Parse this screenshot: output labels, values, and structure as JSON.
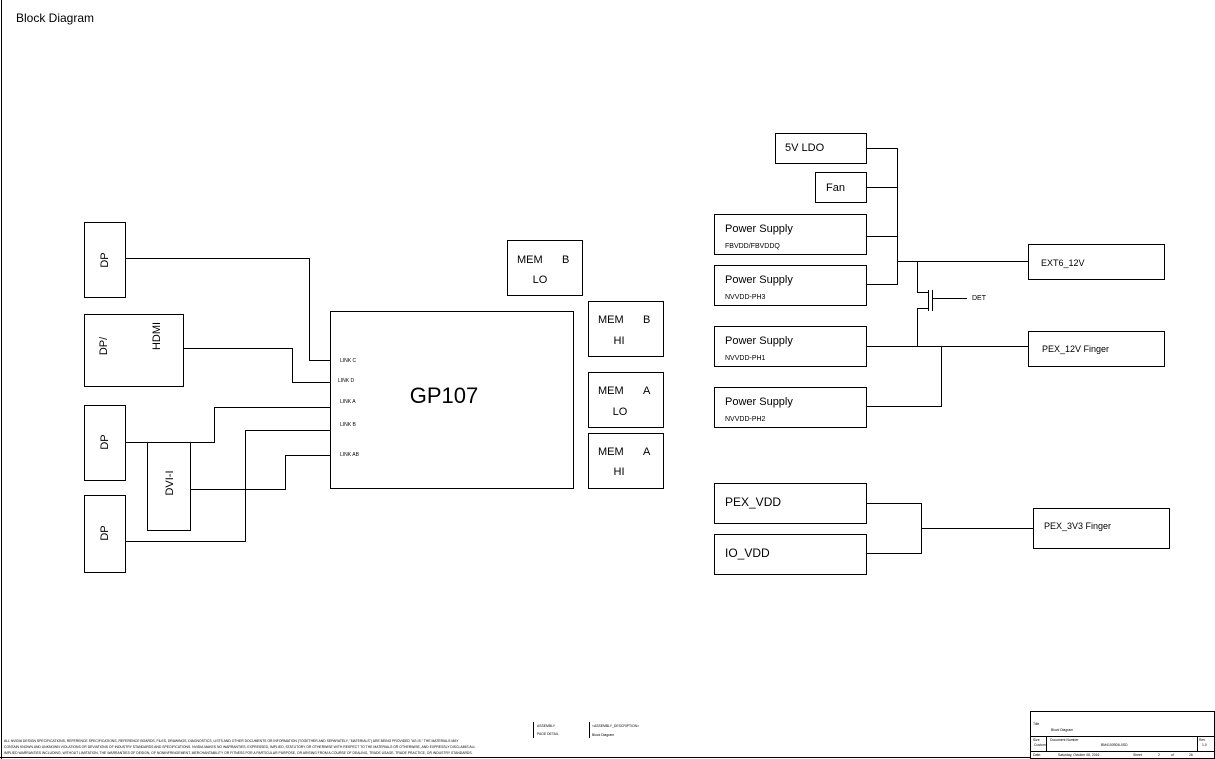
{
  "page_title": "Block Diagram",
  "gpu": {
    "label": "GP107",
    "links": {
      "c": "LINK C",
      "d": "LINK D",
      "a": "LINK A",
      "b": "LINK B",
      "ab": "LINK AB"
    }
  },
  "connectors": {
    "dp1": "DP",
    "dp_hdmi_left": "DP/",
    "dp_hdmi_right": "HDMI",
    "dp2": "DP",
    "dvi": "DVI-I",
    "dp3": "DP"
  },
  "memory": {
    "b_lo": {
      "name": "MEM",
      "bank": "B",
      "half": "LO"
    },
    "b_hi": {
      "name": "MEM",
      "bank": "B",
      "half": "HI"
    },
    "a_lo": {
      "name": "MEM",
      "bank": "A",
      "half": "LO"
    },
    "a_hi": {
      "name": "MEM",
      "bank": "A",
      "half": "HI"
    }
  },
  "power": {
    "ldo": "5V LDO",
    "fan": "Fan",
    "supplies": [
      {
        "title": "Power Supply",
        "sub": "FBVDD/FBVDDQ"
      },
      {
        "title": "Power Supply",
        "sub": "NVVDD-PH3"
      },
      {
        "title": "Power Supply",
        "sub": "NVVDD-PH1"
      },
      {
        "title": "Power Supply",
        "sub": "NVVDD-PH2"
      }
    ],
    "ext": "EXT6_12V",
    "det": "DET",
    "pex12": "PEX_12V Finger",
    "pex_vdd": "PEX_VDD",
    "io_vdd": "IO_VDD",
    "pex3v3": "PEX_3V3 Finger"
  },
  "footer": {
    "disclaimer_1": "ALL NVIDIA DESIGN SPECIFICATIONS, REFERENCE SPECIFICATIONS, REFERENCE BOARDS, FILES, DRAWINGS, DIAGNOSTICS, LISTS AND OTHER DOCUMENTS OR INFORMATION (TOGETHER AND SEPARATELY, \"MATERIALS\") ARE BEING PROVIDED \"AS IS.\" THE MATERIALS MAY",
    "disclaimer_2": "CONTAIN KNOWN AND UNKNOWN VIOLATIONS OR DEVIATIONS OF INDUSTRY STANDARDS AND SPECIFICATIONS. NVIDIA MAKES NO WARRANTIES, EXPRESSED, IMPLIED, STATUTORY OR OTHERWISE WITH RESPECT TO THE MATERIALS OR OTHERWISE, AND EXPRESSLY DISCLAIMS ALL",
    "disclaimer_3": "IMPLIED WARRANTIES INCLUDING, WITHOUT LIMITATION, THE WARRANTIES OF DESIGN, OF NONINFRINGEMENT, MERCHANTABILITY OR FITNESS FOR A PARTICULAR PURPOSE, OR ARISING FROM A COURSE OF DEALING, TRADE USAGE, TRADE PRACTICE, OR INDUSTRY STANDARDS.",
    "assembly_label": "ASSEMBLY",
    "page_detail_label": "PAGE DETAIL",
    "assembly_desc": "<ASSEMBLY_DESCRIPTION>",
    "assembly_page": "Block Diagram",
    "tb_title_label": "Title",
    "tb_title": "Block Diagram",
    "tb_size_label": "Size",
    "tb_size": "Custom",
    "tb_doc_label": "Document Number",
    "tb_doc": "BM41009D6-0SD",
    "tb_rev_label": "Rev",
    "tb_rev": "1.0",
    "tb_date_label": "Date:",
    "tb_date": "Saturday, October 08, 2016",
    "tb_sheet_label": "Sheet",
    "tb_sheet": "2",
    "tb_of": "of",
    "tb_total": "26"
  }
}
